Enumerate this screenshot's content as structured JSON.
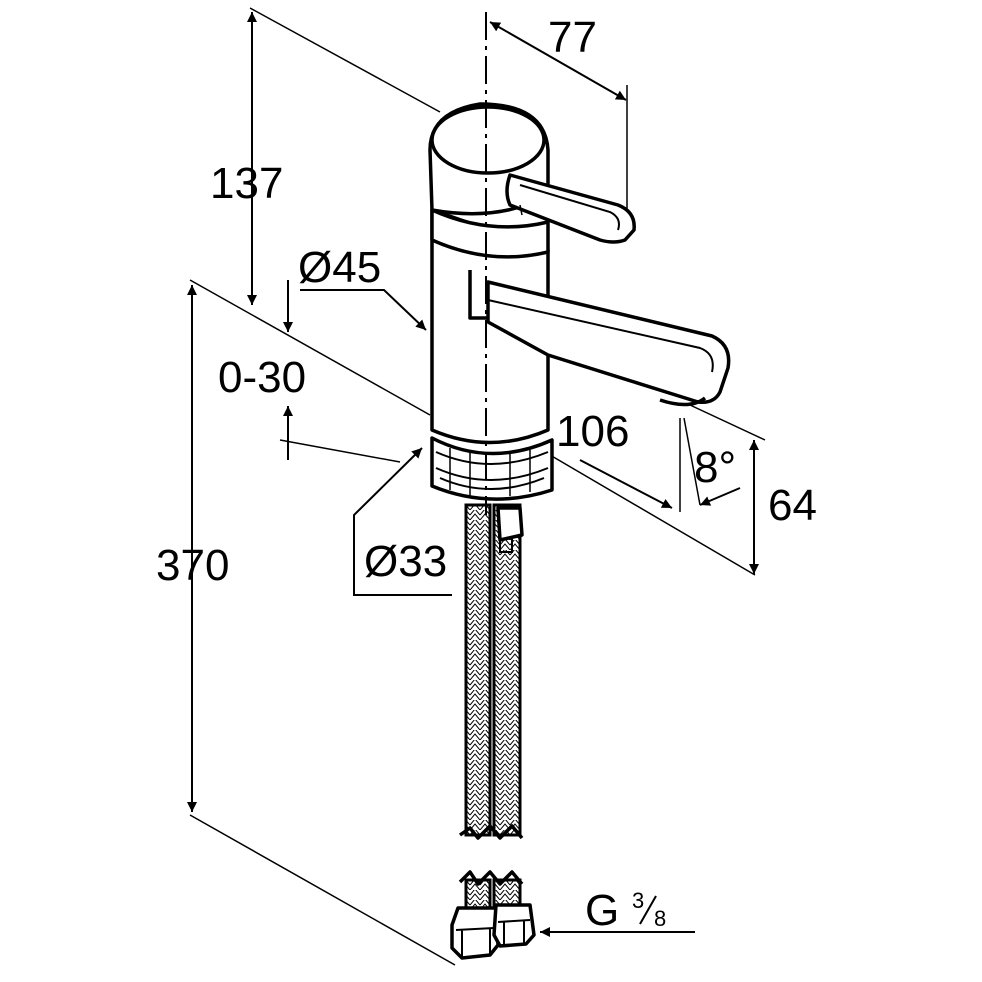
{
  "dimensions": {
    "height_top": "137",
    "handle_reach": "77",
    "body_diameter": "Ø45",
    "adjust_range": "0-30",
    "spout_reach": "106",
    "spout_angle": "8°",
    "spout_height": "64",
    "overall_length": "370",
    "thread_diameter": "Ø33",
    "connection_thread_letter": "G",
    "connection_thread_numerator": "3",
    "connection_thread_denominator": "8"
  }
}
